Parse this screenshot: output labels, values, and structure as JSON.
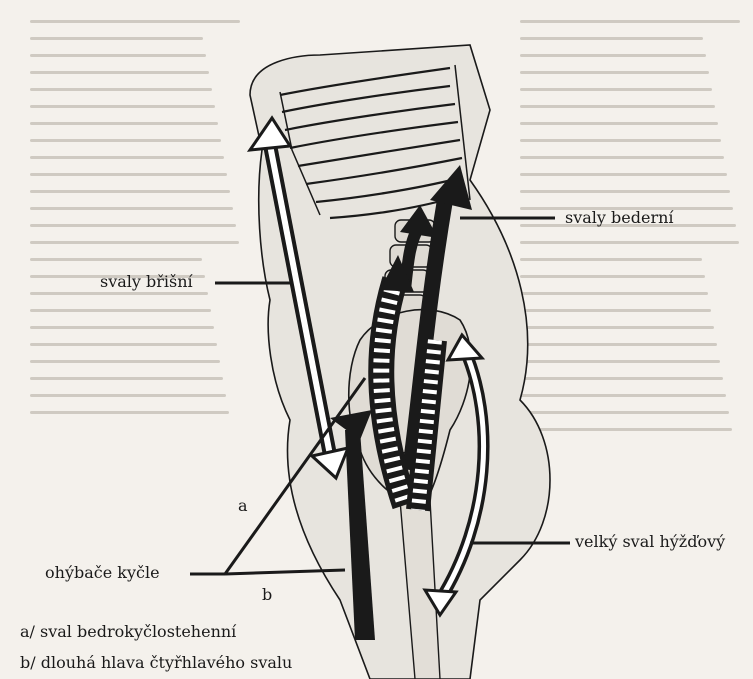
{
  "labels": {
    "abdominal": "svaly břišní",
    "lumbar": "svaly bederní",
    "gluteus": "velký sval hýžďový",
    "hip_flexors": "ohýbače kyčle",
    "marker_a": "a",
    "marker_b": "b"
  },
  "legend": {
    "a": "a/ sval bedrokyčlostehenní",
    "b": "b/ dlouhá hlava čtyřhlavého svalu"
  },
  "colors": {
    "paper": "#f4f1ec",
    "ink": "#1a1a1a",
    "body_fill": "#e7e4de",
    "ghost_text": "#cfcac2"
  }
}
